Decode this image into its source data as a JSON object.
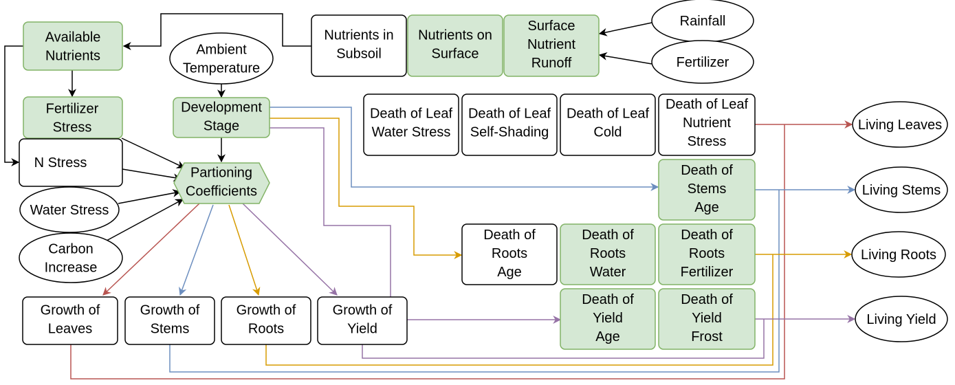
{
  "colors": {
    "green_fill": "#d5e8d4",
    "green_stroke": "#82b366",
    "red": "#b85450",
    "blue": "#6c8ebf",
    "orange": "#d79b00",
    "purple": "#9673a6",
    "black": "#000000"
  },
  "nodes": {
    "available_nutrients": [
      "Available",
      "Nutrients"
    ],
    "fertilizer_stress": [
      "Fertilizer",
      "Stress"
    ],
    "n_stress": [
      "N Stress"
    ],
    "water_stress": [
      "Water Stress"
    ],
    "carbon_increase": [
      "Carbon",
      "Increase"
    ],
    "ambient_temperature": [
      "Ambient",
      "Temperature"
    ],
    "development_stage": [
      "Development",
      "Stage"
    ],
    "partioning_coefficients": [
      "Partioning",
      "Coefficients"
    ],
    "nutrients_in_subsoil": [
      "Nutrients in",
      "Subsoil"
    ],
    "nutrients_on_surface": [
      "Nutrients on",
      "Surface"
    ],
    "surface_nutrient_runoff": [
      "Surface",
      "Nutrient",
      "Runoff"
    ],
    "rainfall": [
      "Rainfall"
    ],
    "fertilizer": [
      "Fertilizer"
    ],
    "death_leaf_water": [
      "Death of Leaf",
      "Water Stress"
    ],
    "death_leaf_shading": [
      "Death of Leaf",
      "Self-Shading"
    ],
    "death_leaf_cold": [
      "Death of Leaf",
      "Cold"
    ],
    "death_leaf_nutrient": [
      "Death of Leaf",
      "Nutrient",
      "Stress"
    ],
    "death_stems_age": [
      "Death of",
      "Stems",
      "Age"
    ],
    "death_roots_age": [
      "Death of",
      "Roots",
      "Age"
    ],
    "death_roots_water": [
      "Death of",
      "Roots",
      "Water"
    ],
    "death_roots_fertilizer": [
      "Death of",
      "Roots",
      "Fertilizer"
    ],
    "death_yield_age": [
      "Death of",
      "Yield",
      "Age"
    ],
    "death_yield_frost": [
      "Death of",
      "Yield",
      "Frost"
    ],
    "growth_leaves": [
      "Growth of",
      "Leaves"
    ],
    "growth_stems": [
      "Growth of",
      "Stems"
    ],
    "growth_roots": [
      "Growth of",
      "Roots"
    ],
    "growth_yield": [
      "Growth of",
      "Yield"
    ],
    "living_leaves": [
      "Living Leaves"
    ],
    "living_stems": [
      "Living Stems"
    ],
    "living_roots": [
      "Living Roots"
    ],
    "living_yield": [
      "Living Yield"
    ]
  }
}
